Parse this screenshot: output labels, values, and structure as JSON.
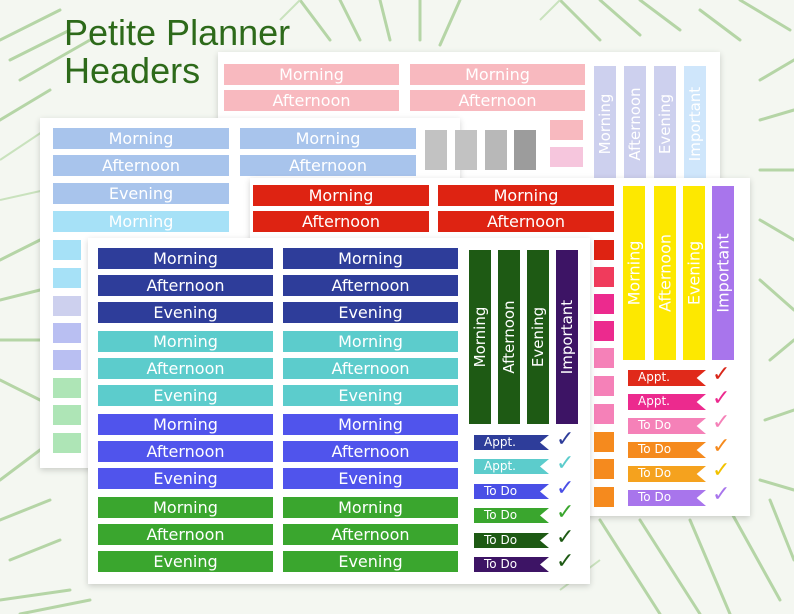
{
  "title": {
    "line1": "Petite Planner",
    "line2": "Headers"
  },
  "labels": {
    "morning": "Morning",
    "afternoon": "Afternoon",
    "evening": "Evening",
    "important": "Important",
    "appt": "Appt.",
    "todo": "To Do"
  },
  "colors": {
    "pastel_pink": "#f8b9bf",
    "pastel_lavender": "#cdd0ee",
    "pastel_blue": "#a8c4ec",
    "light_blue": "#a6e1f7",
    "gray": "#c2c2c2",
    "red": "#de2312",
    "yellow": "#fde800",
    "purple": "#a875ec",
    "navy": "#2e3d9a",
    "teal": "#5ccccc",
    "periwinkle": "#5054ec",
    "green": "#3aa62e",
    "dark_green": "#1e5a14",
    "dark_purple": "#3d1465",
    "magenta": "#ec2a8e",
    "pink": "#f581b8",
    "orange": "#f58a1e",
    "title_green": "#2d6a1a"
  },
  "icons": [
    "checkmark-icon",
    "palm-leaf-icon"
  ]
}
